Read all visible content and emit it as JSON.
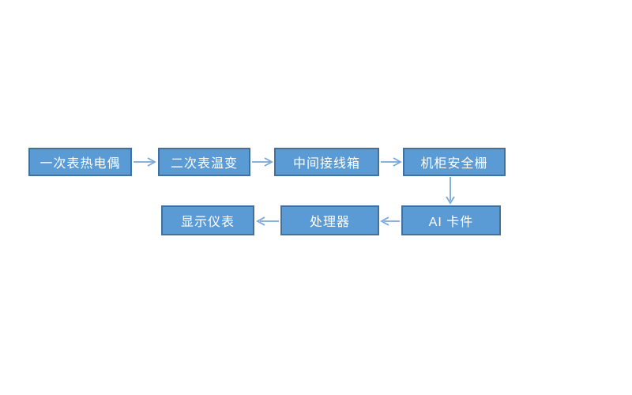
{
  "diagram": {
    "type": "flowchart",
    "background": "#FFFFFF",
    "nodes": [
      {
        "id": "n1",
        "label": "一次表热电偶",
        "row": 1
      },
      {
        "id": "n2",
        "label": "二次表温变",
        "row": 1
      },
      {
        "id": "n3",
        "label": "中间接线箱",
        "row": 1
      },
      {
        "id": "n4",
        "label": "机柜安全栅",
        "row": 1
      },
      {
        "id": "n5",
        "label": "AI 卡件",
        "row": 2
      },
      {
        "id": "n6",
        "label": "处理器",
        "row": 2
      },
      {
        "id": "n7",
        "label": "显示仪表",
        "row": 2
      }
    ],
    "edges": [
      {
        "from": "n1",
        "to": "n2",
        "direction": "right"
      },
      {
        "from": "n2",
        "to": "n3",
        "direction": "right"
      },
      {
        "from": "n3",
        "to": "n4",
        "direction": "right"
      },
      {
        "from": "n4",
        "to": "n5",
        "direction": "down"
      },
      {
        "from": "n5",
        "to": "n6",
        "direction": "left"
      },
      {
        "from": "n6",
        "to": "n7",
        "direction": "left"
      }
    ],
    "colors": {
      "node_fill": "#5B9BD5",
      "node_border": "#41719C",
      "arrow": "#7AA7D9",
      "text": "#FFFFFF"
    }
  }
}
